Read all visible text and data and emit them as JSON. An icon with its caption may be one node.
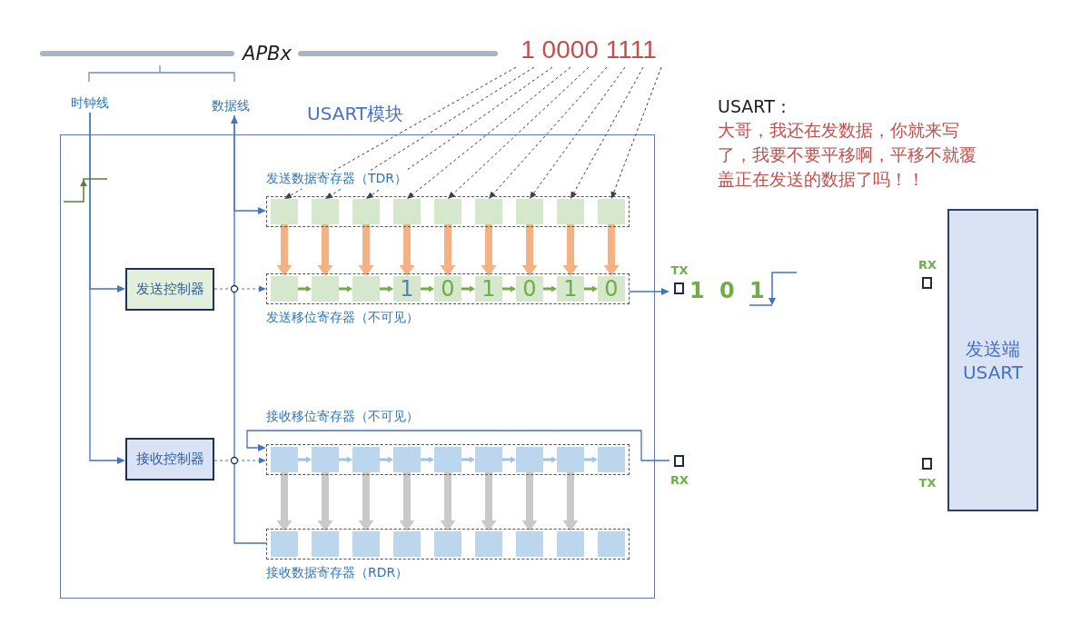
{
  "diagram": {
    "nodes": [
      {
        "text": [
          "APBx"
        ]
      },
      {
        "text": [
          "1 0000 1111"
        ]
      },
      {
        "text": [
          "时钟线"
        ]
      },
      {
        "text": [
          "数据线"
        ]
      },
      {
        "text": [
          "USART模块"
        ]
      },
      {
        "text": [
          "发送数据寄存器（TDR）"
        ],
        "in": 4
      },
      {
        "text": [],
        "shape": "box",
        "in": 5
      },
      {
        "text": [],
        "shape": "box",
        "in": 5
      },
      {
        "text": [],
        "shape": "box",
        "in": 5
      },
      {
        "text": [],
        "shape": "box",
        "in": 5
      },
      {
        "text": [],
        "shape": "box",
        "in": 5
      },
      {
        "text": [],
        "shape": "box",
        "in": 5
      },
      {
        "text": [],
        "shape": "box",
        "in": 5
      },
      {
        "text": [],
        "shape": "box",
        "in": 5
      },
      {
        "text": [],
        "shape": "box",
        "in": 5
      },
      {
        "text": [
          "发送控制器"
        ],
        "in": 4
      },
      {
        "text": [
          "发送移位寄存器（不可见）"
        ],
        "in": 4
      },
      {
        "text": [],
        "shape": "box",
        "in": 16
      },
      {
        "text": [],
        "shape": "box",
        "in": 16
      },
      {
        "text": [],
        "shape": "box",
        "in": 16
      },
      {
        "text": [
          "1"
        ],
        "in": 16
      },
      {
        "text": [
          "0"
        ],
        "in": 16
      },
      {
        "text": [
          "1"
        ],
        "in": 16
      },
      {
        "text": [
          "0"
        ],
        "in": 16
      },
      {
        "text": [
          "1"
        ],
        "in": 16
      },
      {
        "text": [
          "0"
        ],
        "in": 16
      },
      {
        "text": [
          "TX"
        ],
        "beside": [
          "1 0 1"
        ]
      },
      {
        "text": [
          "接收移位寄存器（不可见）"
        ],
        "in": 4
      },
      {
        "text": [],
        "shape": "box",
        "in": 27
      },
      {
        "text": [],
        "shape": "box",
        "in": 27
      },
      {
        "text": [],
        "shape": "box",
        "in": 27
      },
      {
        "text": [],
        "shape": "box",
        "in": 27
      },
      {
        "text": [],
        "shape": "box",
        "in": 27
      },
      {
        "text": [],
        "shape": "box",
        "in": 27
      },
      {
        "text": [],
        "shape": "box",
        "in": 27
      },
      {
        "text": [],
        "shape": "box",
        "in": 27
      },
      {
        "text": [],
        "shape": "box",
        "in": 27
      },
      {
        "text": [
          "接收控制器"
        ],
        "in": 4
      },
      {
        "text": [
          "接收数据寄存器（RDR）"
        ],
        "in": 4
      },
      {
        "text": [],
        "shape": "box",
        "in": 38
      },
      {
        "text": [],
        "shape": "box",
        "in": 38
      },
      {
        "text": [],
        "shape": "box",
        "in": 38
      },
      {
        "text": [],
        "shape": "box",
        "in": 38
      },
      {
        "text": [],
        "shape": "box",
        "in": 38
      },
      {
        "text": [],
        "shape": "box",
        "in": 38
      },
      {
        "text": [],
        "shape": "box",
        "in": 38
      },
      {
        "text": [],
        "shape": "box",
        "in": 38
      },
      {
        "text": [],
        "shape": "box",
        "in": 38
      },
      {
        "text": [
          "RX"
        ]
      },
      {
        "text": [
          "发送端 USART"
        ]
      },
      {
        "text": [
          "RX"
        ]
      },
      {
        "text": [
          "TX"
        ]
      }
    ],
    "edges": [
      {
        "from": 1,
        "to": 6,
        "arrow": "to",
        "style": "dashed",
        "color": "#404040"
      },
      {
        "from": 1,
        "to": 7,
        "arrow": "to",
        "style": "dashed",
        "color": "#404040"
      },
      {
        "from": 1,
        "to": 8,
        "arrow": "to",
        "style": "dashed",
        "color": "#404040"
      },
      {
        "from": 1,
        "to": 9,
        "arrow": "to",
        "style": "dashed",
        "color": "#404040"
      },
      {
        "from": 1,
        "to": 10,
        "arrow": "to",
        "style": "dashed",
        "color": "#404040"
      },
      {
        "from": 1,
        "to": 11,
        "arrow": "to",
        "style": "dashed",
        "color": "#404040"
      },
      {
        "from": 1,
        "to": 12,
        "arrow": "to",
        "style": "dashed",
        "color": "#404040"
      },
      {
        "from": 1,
        "to": 13,
        "arrow": "to",
        "style": "dashed",
        "color": "#404040"
      },
      {
        "from": 1,
        "to": 14,
        "arrow": "to",
        "style": "dashed",
        "color": "#404040"
      },
      {
        "from": 6,
        "to": 17,
        "arrow": "to",
        "style": "thick",
        "color": "#f4b183"
      },
      {
        "from": 7,
        "to": 18,
        "arrow": "to",
        "style": "thick",
        "color": "#f4b183"
      },
      {
        "from": 8,
        "to": 19,
        "arrow": "to",
        "style": "thick",
        "color": "#f4b183"
      },
      {
        "from": 9,
        "to": 20,
        "arrow": "to",
        "style": "thick",
        "color": "#f4b183"
      },
      {
        "from": 10,
        "to": 21,
        "arrow": "to",
        "style": "thick",
        "color": "#f4b183"
      },
      {
        "from": 11,
        "to": 22,
        "arrow": "to",
        "style": "thick",
        "color": "#f4b183"
      },
      {
        "from": 12,
        "to": 23,
        "arrow": "to",
        "style": "thick",
        "color": "#f4b183"
      },
      {
        "from": 13,
        "to": 24,
        "arrow": "to",
        "style": "thick",
        "color": "#f4b183"
      },
      {
        "from": 14,
        "to": 25,
        "arrow": "to",
        "style": "thick",
        "color": "#f4b183"
      },
      {
        "from": 17,
        "to": 18,
        "arrow": "to",
        "color": "#70ad47"
      },
      {
        "from": 18,
        "to": 19,
        "arrow": "to",
        "color": "#70ad47"
      },
      {
        "from": 19,
        "to": 20,
        "arrow": "to",
        "color": "#70ad47"
      },
      {
        "from": 20,
        "to": 21,
        "arrow": "to",
        "color": "#70ad47"
      },
      {
        "from": 21,
        "to": 22,
        "arrow": "to",
        "color": "#70ad47"
      },
      {
        "from": 22,
        "to": 23,
        "arrow": "to",
        "color": "#70ad47"
      },
      {
        "from": 23,
        "to": 24,
        "arrow": "to",
        "color": "#70ad47"
      },
      {
        "from": 24,
        "to": 25,
        "arrow": "to",
        "color": "#70ad47"
      },
      {
        "from": 16,
        "to": 26,
        "arrow": "to",
        "color": "#4472c4"
      },
      {
        "from": 2,
        "to": 15,
        "arrow": "to",
        "color": "#4472c4"
      },
      {
        "from": 2,
        "to": 37,
        "arrow": "to",
        "color": "#4472c4"
      },
      {
        "from": 3,
        "to": 5,
        "arrow": "to",
        "color": "#4472c4"
      },
      {
        "from": 15,
        "to": 16,
        "arrow": "to",
        "style": "dashed",
        "color": "#4472c4"
      },
      {
        "from": 37,
        "to": 27,
        "arrow": "to",
        "style": "dashed",
        "color": "#4472c4"
      },
      {
        "from": 48,
        "to": 27,
        "arrow": "to",
        "color": "#4472c4"
      },
      {
        "from": 28,
        "to": 29,
        "arrow": "to",
        "color": "#9dc3e6"
      },
      {
        "from": 29,
        "to": 30,
        "arrow": "to",
        "color": "#9dc3e6"
      },
      {
        "from": 30,
        "to": 31,
        "arrow": "to",
        "color": "#9dc3e6"
      },
      {
        "from": 31,
        "to": 32,
        "arrow": "to",
        "color": "#9dc3e6"
      },
      {
        "from": 32,
        "to": 33,
        "arrow": "to",
        "color": "#9dc3e6"
      },
      {
        "from": 33,
        "to": 34,
        "arrow": "to",
        "color": "#9dc3e6"
      },
      {
        "from": 34,
        "to": 35,
        "arrow": "to",
        "color": "#9dc3e6"
      },
      {
        "from": 35,
        "to": 36,
        "arrow": "to",
        "color": "#9dc3e6"
      },
      {
        "from": 28,
        "to": 39,
        "arrow": "to",
        "style": "thick",
        "color": "#c9c9c9"
      },
      {
        "from": 29,
        "to": 40,
        "arrow": "to",
        "style": "thick",
        "color": "#c9c9c9"
      },
      {
        "from": 30,
        "to": 41,
        "arrow": "to",
        "style": "thick",
        "color": "#c9c9c9"
      },
      {
        "from": 31,
        "to": 42,
        "arrow": "to",
        "style": "thick",
        "color": "#c9c9c9"
      },
      {
        "from": 32,
        "to": 43,
        "arrow": "to",
        "style": "thick",
        "color": "#c9c9c9"
      },
      {
        "from": 33,
        "to": 44,
        "arrow": "to",
        "style": "thick",
        "color": "#c9c9c9"
      },
      {
        "from": 34,
        "to": 45,
        "arrow": "to",
        "style": "thick",
        "color": "#c9c9c9"
      },
      {
        "from": 35,
        "to": 46,
        "arrow": "to",
        "style": "thick",
        "color": "#c9c9c9"
      },
      {
        "from": 38,
        "to": 3,
        "arrow": "to",
        "color": "#4472c4"
      }
    ],
    "labels": [
      "USART：",
      "大哥，我还在发数据，你就来写了，我要不要平移啊，平移不就覆盖正在发送的数据了吗！！"
    ]
  }
}
